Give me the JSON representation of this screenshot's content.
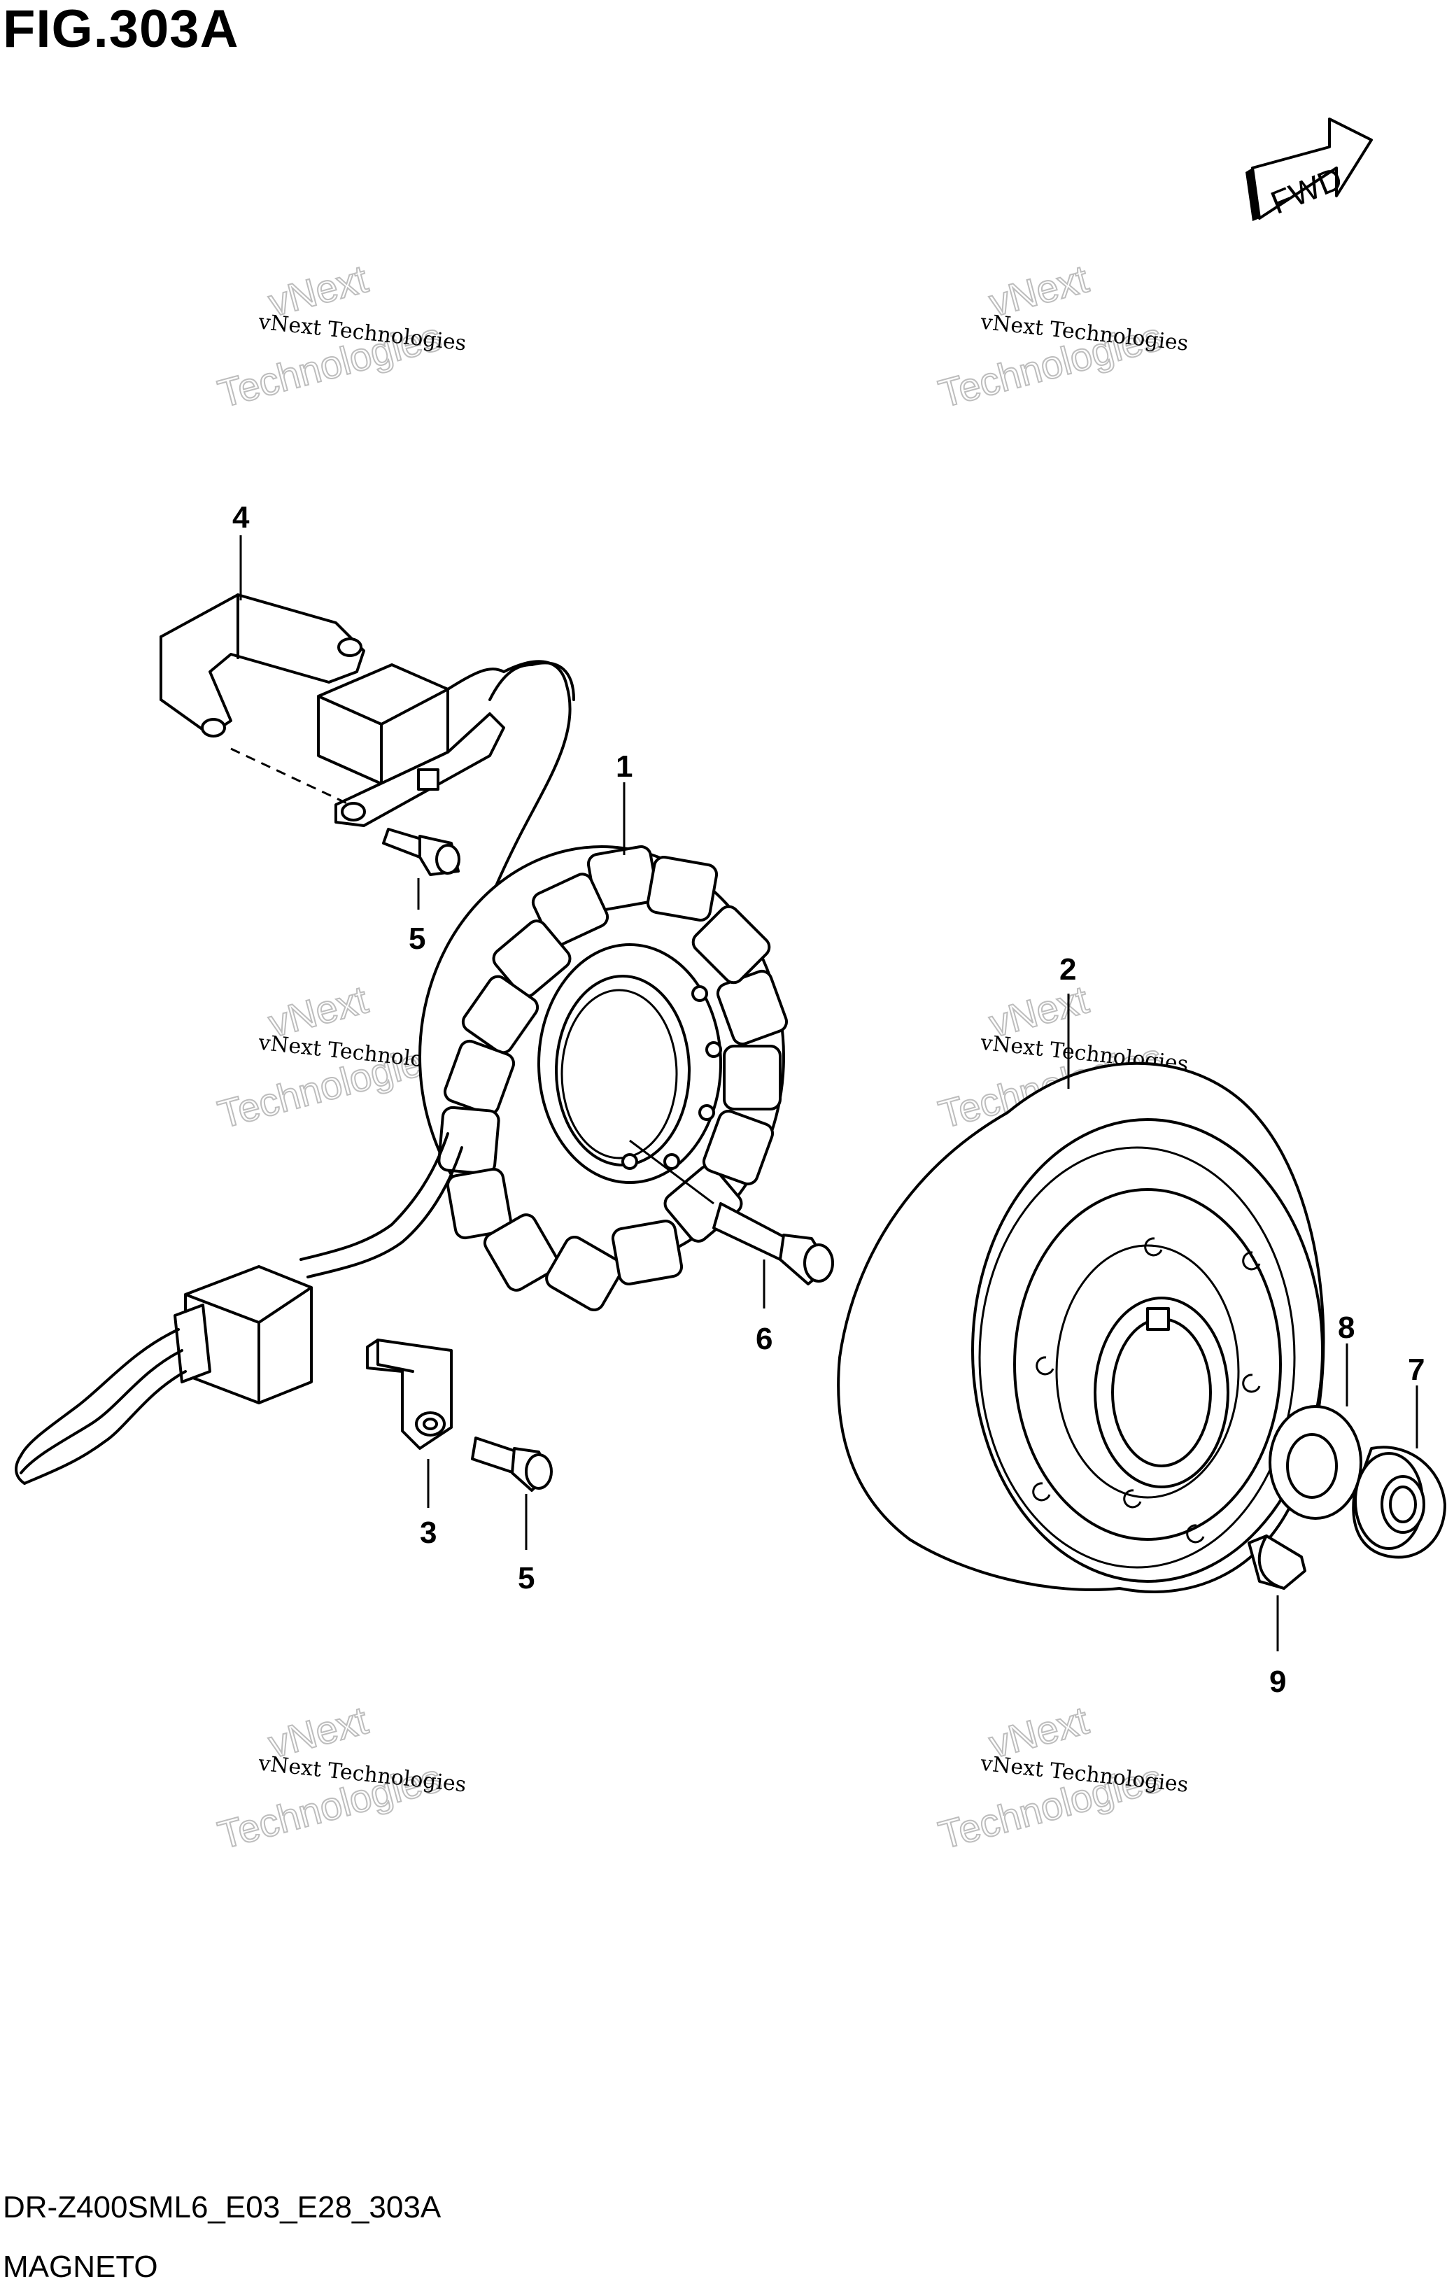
{
  "figure": {
    "title": "FIG.303A",
    "footer_code": "DR-Z400SML6_E03_E28_303A",
    "footer_name": "MAGNETO",
    "direction_label": "FWD"
  },
  "watermark": {
    "line1": "vNext Technologies",
    "line2": "vNext",
    "line3": "Technologies"
  },
  "callouts": [
    {
      "id": "callout-1",
      "label": "1"
    },
    {
      "id": "callout-2",
      "label": "2"
    },
    {
      "id": "callout-3",
      "label": "3"
    },
    {
      "id": "callout-4",
      "label": "4"
    },
    {
      "id": "callout-5a",
      "label": "5"
    },
    {
      "id": "callout-5b",
      "label": "5"
    },
    {
      "id": "callout-6",
      "label": "6"
    },
    {
      "id": "callout-7",
      "label": "7"
    },
    {
      "id": "callout-8",
      "label": "8"
    },
    {
      "id": "callout-9",
      "label": "9"
    }
  ]
}
